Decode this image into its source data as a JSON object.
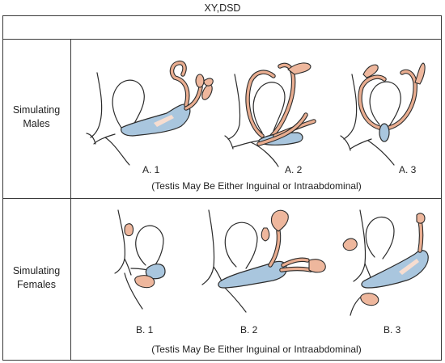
{
  "title": "XY,DSD",
  "rows": [
    {
      "label_line1": "Simulating",
      "label_line2": "Males",
      "panels": [
        {
          "caption": "A. 1",
          "icon": "male-anatomy-a1-diagram"
        },
        {
          "caption": "A. 2",
          "icon": "male-anatomy-a2-diagram"
        },
        {
          "caption": "A. 3",
          "icon": "male-anatomy-a3-diagram"
        }
      ],
      "note": "(Testis May Be Either Inguinal or Intraabdominal)"
    },
    {
      "label_line1": "Simulating",
      "label_line2": "Females",
      "panels": [
        {
          "caption": "B. 1",
          "icon": "female-anatomy-b1-diagram"
        },
        {
          "caption": "B. 2",
          "icon": "female-anatomy-b2-diagram"
        },
        {
          "caption": "B. 3",
          "icon": "female-anatomy-b3-diagram"
        }
      ],
      "note": "(Testis May Be Either Inguinal or Intraabdominal)"
    }
  ],
  "colors": {
    "uterus": "#a9c6de",
    "gonad": "#eeb79d",
    "outline": "#2b2b2b"
  }
}
